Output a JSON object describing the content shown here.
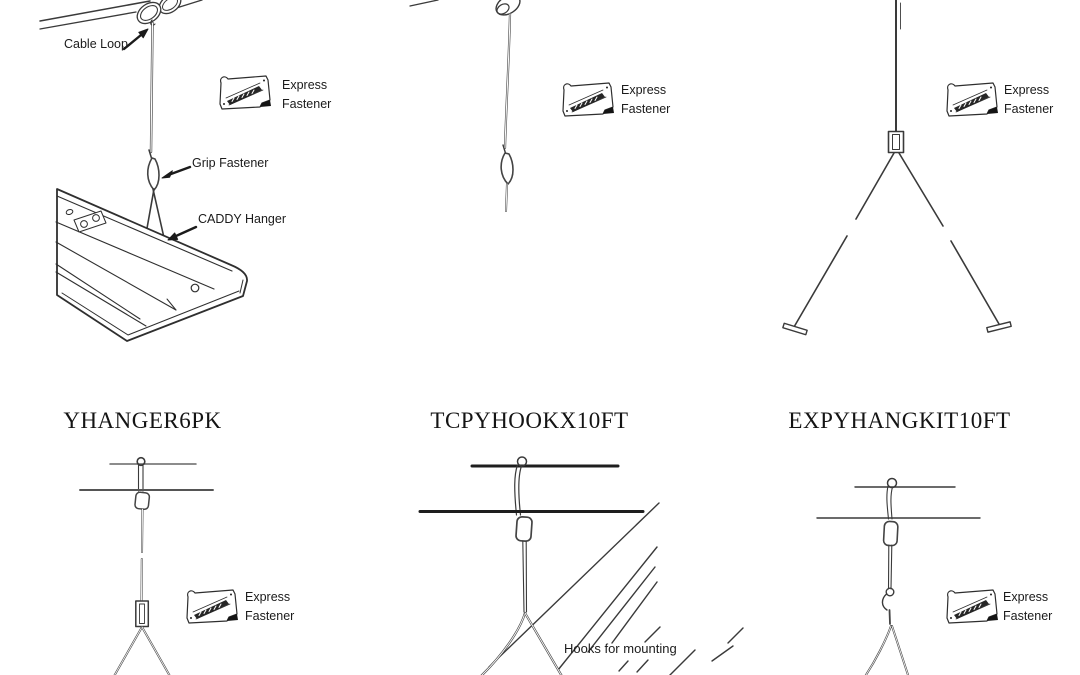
{
  "page": {
    "background": "#ffffff",
    "line_color": "#3a3a3a",
    "text_color": "#1b1b1b"
  },
  "panels": {
    "fixture": {
      "cable_loop_label": "Cable Loop",
      "grip_fastener_label": "Grip Fastener",
      "caddy_hanger_label": "CADDY Hanger",
      "fastener_tag": "Express Fastener"
    },
    "cable": {
      "fastener_tag": "Express Fastener"
    },
    "y_hanger": {
      "fastener_tag": "Express Fastener"
    },
    "tbar_hanger": {
      "fastener_tag": "Express Fastener"
    },
    "grid_hooks": {
      "hooks_label": "Hooks for mounting"
    },
    "kit_hanger": {
      "fastener_tag": "Express Fastener"
    }
  },
  "products": [
    {
      "sku": "YHANGER6PK"
    },
    {
      "sku": "TCPYHOOKX10FT"
    },
    {
      "sku": "EXPYHANGKIT10FT"
    }
  ]
}
